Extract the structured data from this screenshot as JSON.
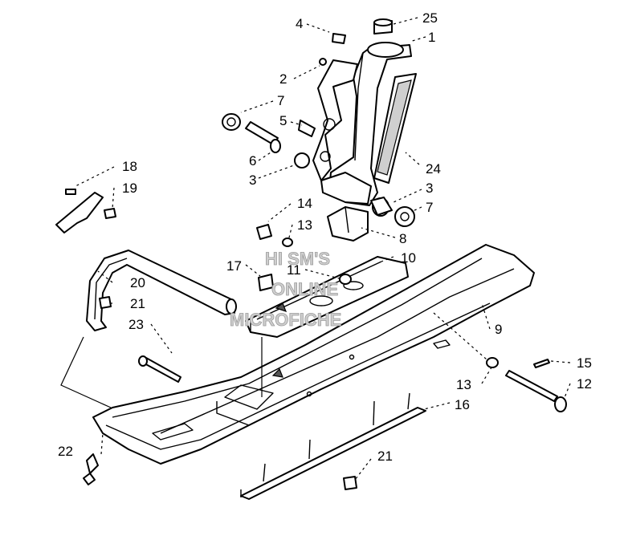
{
  "watermark": {
    "line1": "HI SM'S",
    "line2": "ONLINE",
    "line3": "MICROFICHE"
  },
  "callouts": [
    {
      "id": "c1",
      "label": "1"
    },
    {
      "id": "c2",
      "label": "2"
    },
    {
      "id": "c3a",
      "label": "3"
    },
    {
      "id": "c3b",
      "label": "3"
    },
    {
      "id": "c4",
      "label": "4"
    },
    {
      "id": "c5",
      "label": "5"
    },
    {
      "id": "c6",
      "label": "6"
    },
    {
      "id": "c7a",
      "label": "7"
    },
    {
      "id": "c7b",
      "label": "7"
    },
    {
      "id": "c8",
      "label": "8"
    },
    {
      "id": "c9",
      "label": "9"
    },
    {
      "id": "c10",
      "label": "10"
    },
    {
      "id": "c11",
      "label": "11"
    },
    {
      "id": "c12",
      "label": "12"
    },
    {
      "id": "c13a",
      "label": "13"
    },
    {
      "id": "c13b",
      "label": "13"
    },
    {
      "id": "c14",
      "label": "14"
    },
    {
      "id": "c15",
      "label": "15"
    },
    {
      "id": "c16",
      "label": "16"
    },
    {
      "id": "c17",
      "label": "17"
    },
    {
      "id": "c18",
      "label": "18"
    },
    {
      "id": "c19",
      "label": "19"
    },
    {
      "id": "c20",
      "label": "20"
    },
    {
      "id": "c21a",
      "label": "21"
    },
    {
      "id": "c21b",
      "label": "21"
    },
    {
      "id": "c22",
      "label": "22"
    },
    {
      "id": "c23",
      "label": "23"
    },
    {
      "id": "c24",
      "label": "24"
    },
    {
      "id": "c25",
      "label": "25"
    }
  ]
}
